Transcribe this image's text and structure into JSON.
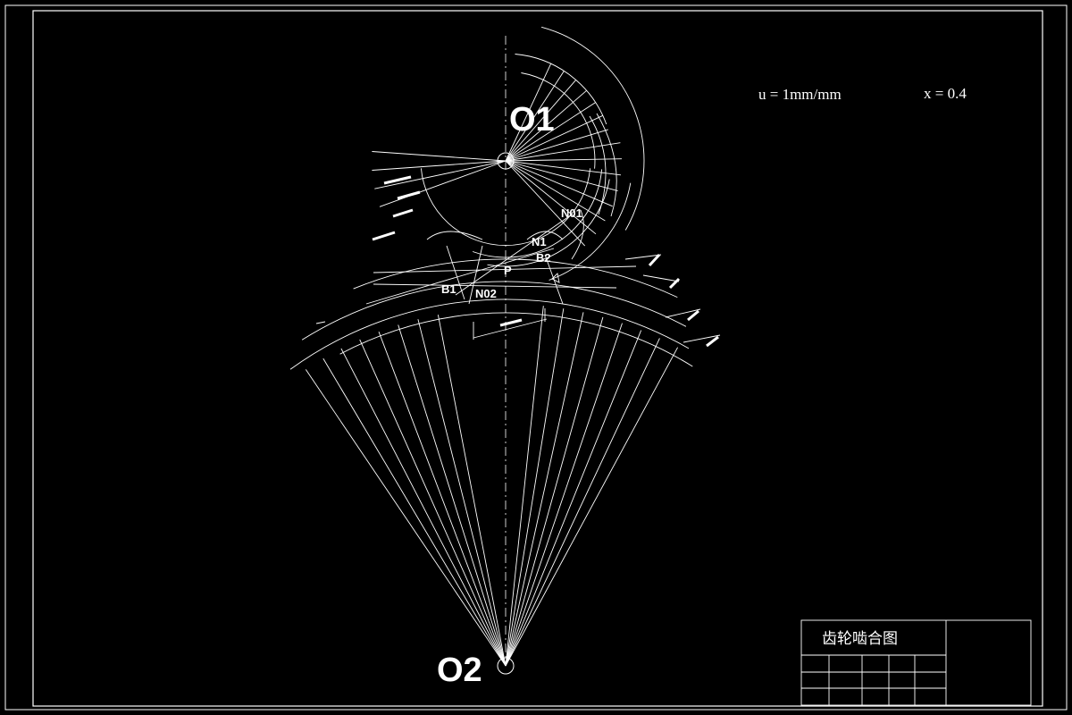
{
  "header": {
    "scale": "u = 1mm/mm",
    "coefficient": "x = 0.4"
  },
  "labels": {
    "o1": "O1",
    "o2": "O2",
    "n01": "N01",
    "n1": "N1",
    "b2": "B2",
    "p": "P",
    "b1": "B1",
    "n02": "N02"
  },
  "title_block": {
    "title": "齿轮啮合图"
  },
  "colors": {
    "background": "#000000",
    "line": "#ffffff"
  }
}
